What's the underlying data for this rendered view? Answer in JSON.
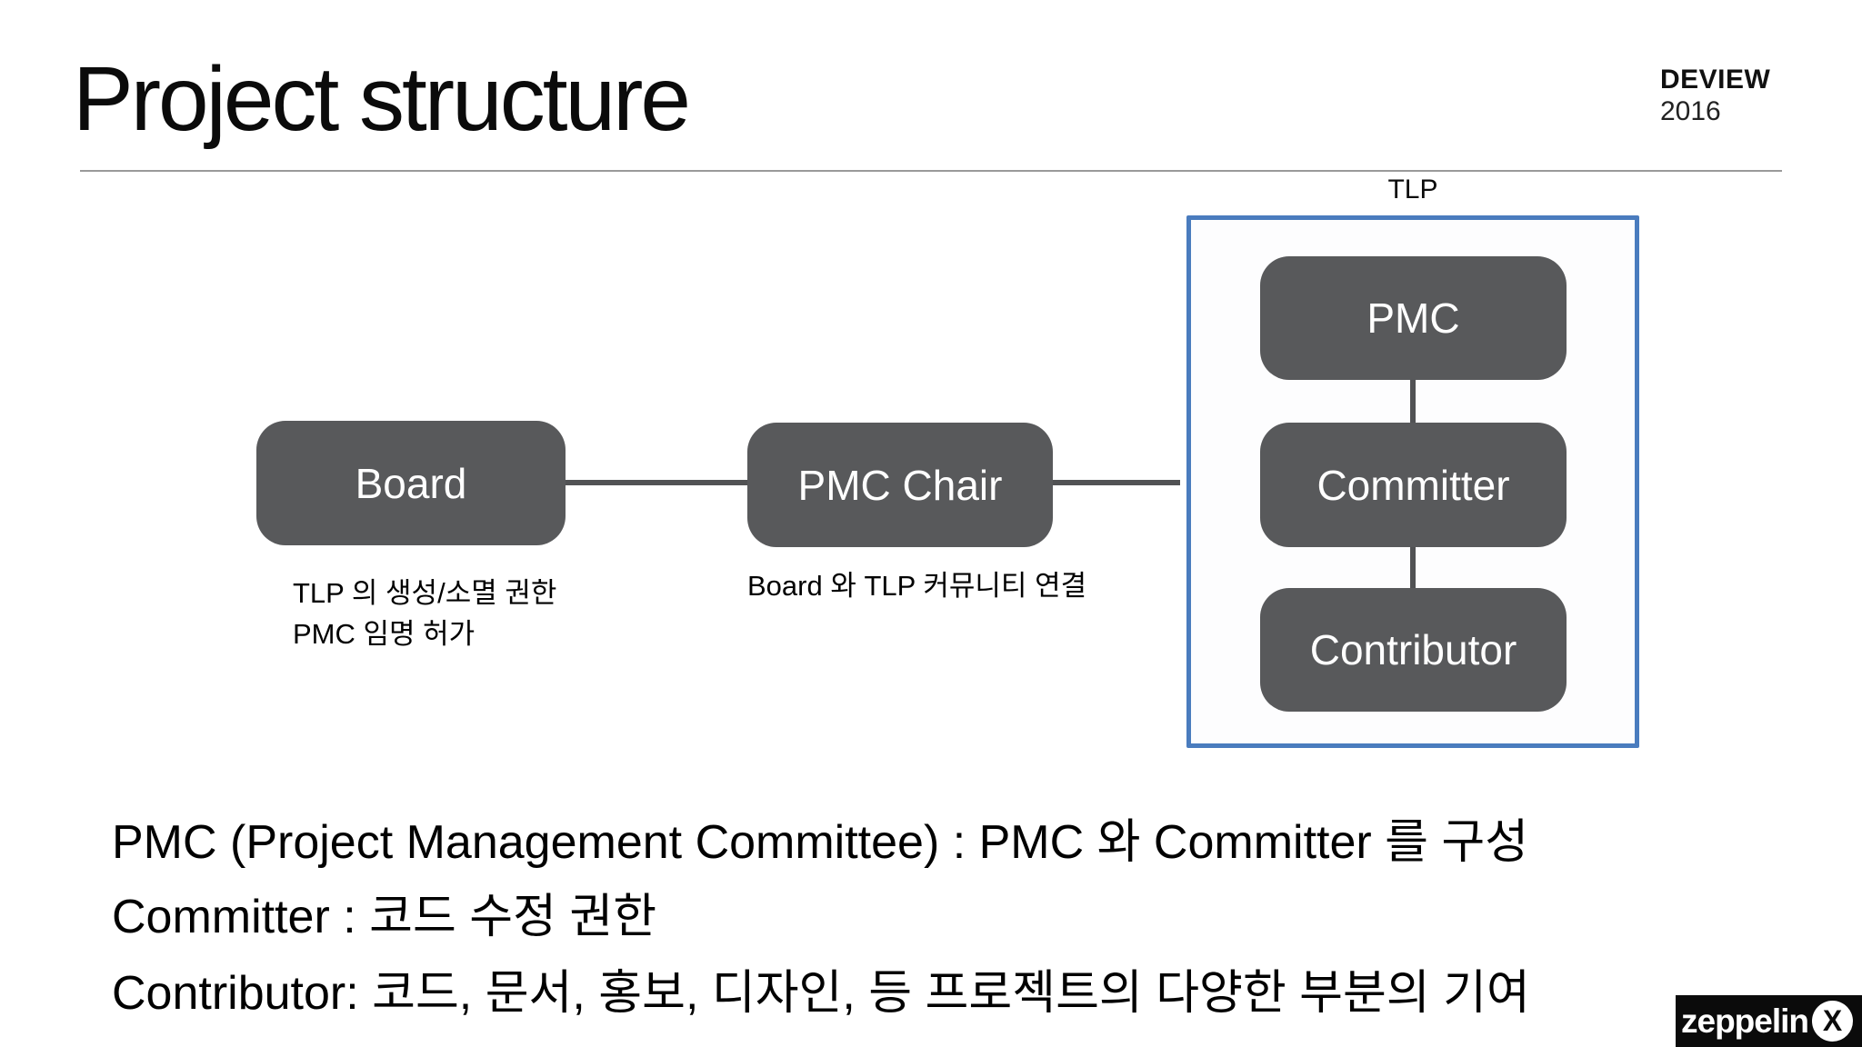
{
  "slide": {
    "title": "Project structure",
    "brand": {
      "name": "DEVIEW",
      "year": "2016"
    }
  },
  "diagram": {
    "tlp_label": "TLP",
    "nodes": {
      "board": {
        "label": "Board",
        "caption_line1": "TLP 의 생성/소멸 권한",
        "caption_line2": "PMC 임명 허가"
      },
      "pmc_chair": {
        "label": "PMC Chair",
        "caption": "Board 와 TLP 커뮤니티 연결"
      },
      "pmc": {
        "label": "PMC"
      },
      "committer": {
        "label": "Committer"
      },
      "contributor": {
        "label": "Contributor"
      }
    },
    "colors": {
      "node_fill": "#58595b",
      "node_text": "#ffffff",
      "connector": "#515254",
      "tlp_border": "#4a7cbe",
      "tlp_background": "#fdfdfe",
      "rule": "#9a9a9a"
    }
  },
  "notes": {
    "line1": "PMC (Project Management Committee) : PMC 와 Committer 를 구성",
    "line2": "Committer : 코드 수정 권한",
    "line3": "Contributor: 코드, 문서, 홍보, 디자인, 등 프로젝트의 다양한 부분의 기여"
  },
  "footer": {
    "logo_text": "zeppelin",
    "logo_icon": "X",
    "logo_background": "#0b0b0b"
  }
}
